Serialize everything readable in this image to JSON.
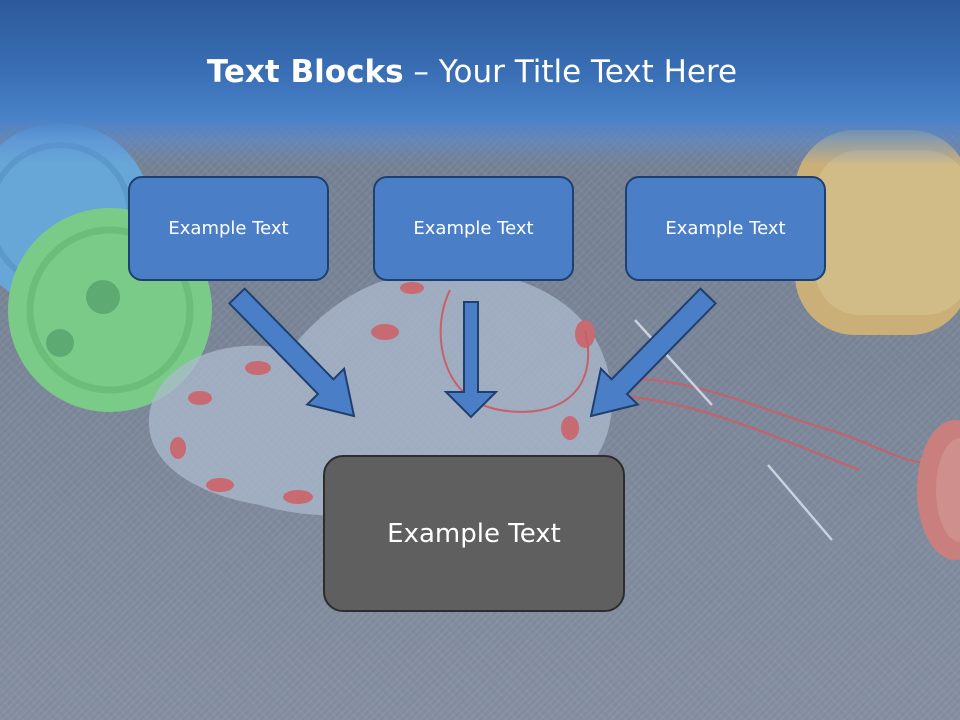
{
  "slide": {
    "title_bold": "Text Blocks",
    "title_separator": " – ",
    "title_rest": "Your Title Text Here"
  },
  "blocks": [
    {
      "label": "Example Text"
    },
    {
      "label": "Example Text"
    },
    {
      "label": "Example Text"
    }
  ],
  "target": {
    "label": "Example Text"
  },
  "colors": {
    "header": "#3a6fb6",
    "block_fill": "#4a7fc8",
    "block_border": "#1f3f6e",
    "target_fill": "#5f5f5f",
    "arrow": "#4a7fc8"
  }
}
